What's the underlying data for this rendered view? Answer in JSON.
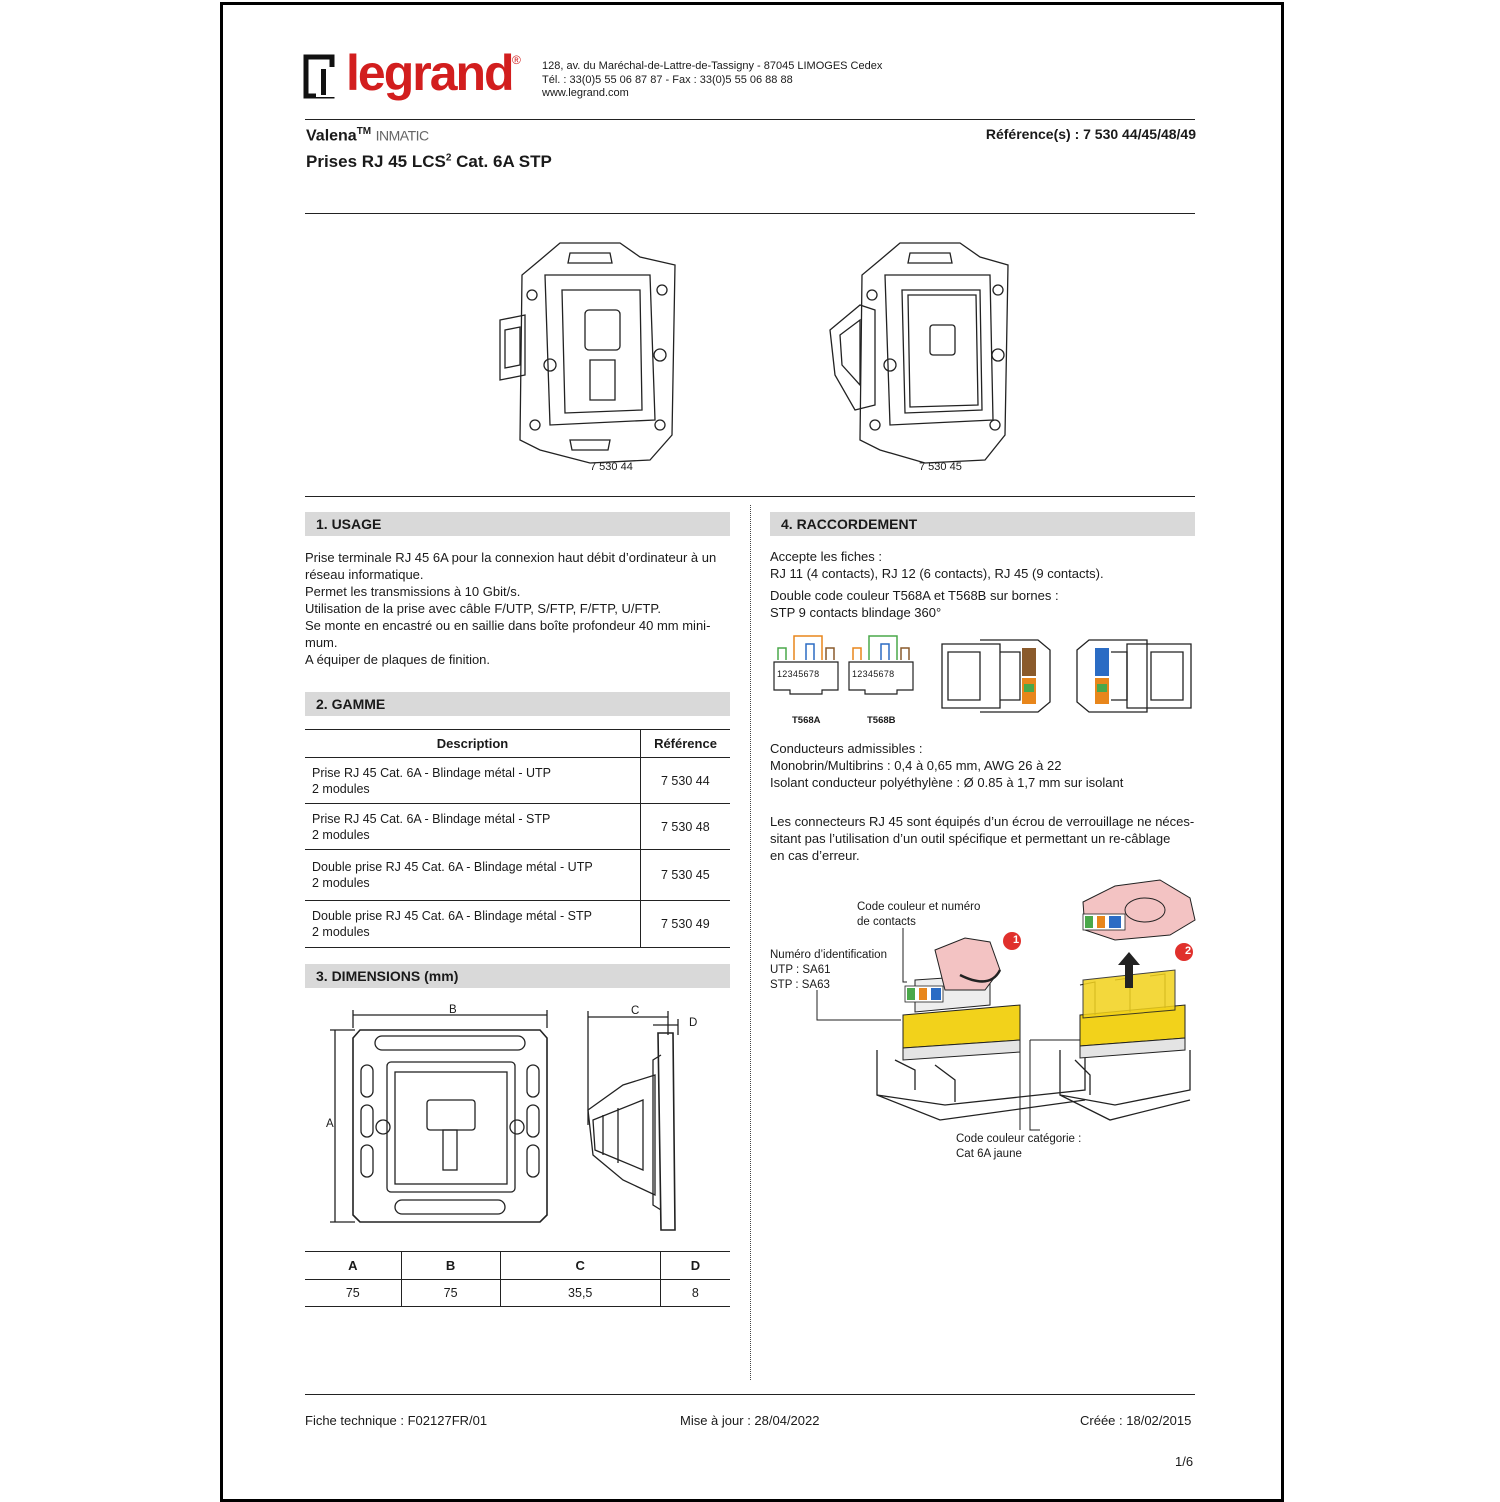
{
  "brand": {
    "name": "legrand",
    "reg": "®"
  },
  "header": {
    "address_lines": [
      "128, av. du Maréchal-de-Lattre-de-Tassigny - 87045 LIMOGES Cedex",
      "Tél. : 33(0)5 55 06 87 87 - Fax : 33(0)5 55 06 88 88",
      "www.legrand.com"
    ],
    "product_line": "Valena",
    "product_line_tm": "TM",
    "product_line_sub": "INMATIC",
    "title_pre": "Prises RJ 45 LCS",
    "title_sup": "2",
    "title_post": " Cat. 6A STP",
    "references": "Référence(s) : 7 530 44/45/48/49"
  },
  "product_images": [
    {
      "caption": "7 530 44"
    },
    {
      "caption": "7 530 45"
    }
  ],
  "usage": {
    "heading": "1. USAGE",
    "lines": [
      "Prise terminale RJ 45 6A pour la connexion haut débit d’ordinateur à un",
      "réseau informatique.",
      "Permet les transmissions à 10 Gbit/s.",
      "Utilisation de la prise avec câble F/UTP, S/FTP, F/FTP, U/FTP.",
      "Se monte en encastré ou en saillie dans boîte profondeur 40 mm mini-",
      "mum.",
      "A équiper de plaques de finition."
    ]
  },
  "gamme": {
    "heading": "2. GAMME",
    "col_description": "Description",
    "col_reference": "Référence",
    "rows": [
      {
        "desc1": "Prise RJ 45 Cat. 6A - Blindage métal - UTP",
        "desc2": "2 modules",
        "ref": "7 530 44"
      },
      {
        "desc1": "Prise RJ 45 Cat. 6A - Blindage métal - STP",
        "desc2": "2 modules",
        "ref": "7 530 48"
      },
      {
        "desc1": "Double prise RJ 45 Cat. 6A - Blindage métal - UTP",
        "desc2": "2 modules",
        "ref": "7 530 45"
      },
      {
        "desc1": "Double prise RJ 45 Cat. 6A - Blindage métal - STP",
        "desc2": "2 modules",
        "ref": "7 530 49"
      }
    ]
  },
  "dimensions": {
    "heading": "3. DIMENSIONS (mm)",
    "labels": {
      "a": "A",
      "b": "B",
      "c": "C",
      "d": "D"
    },
    "headers": [
      "A",
      "B",
      "C",
      "D"
    ],
    "values": [
      "75",
      "75",
      "35,5",
      "8"
    ]
  },
  "raccordement": {
    "heading": "4. RACCORDEMENT",
    "fiches_title": "Accepte les fiches :",
    "fiches_list": "RJ 11 (4 contacts), RJ 12 (6 contacts), RJ 45 (9 contacts).",
    "code_line1": "Double code couleur T568A et T568B sur bornes :",
    "code_line2": "STP 9 contacts blindage 360°",
    "pin_numbers": "12345678",
    "t568a": "T568A",
    "t568b": "T568B",
    "conducteurs_title": "Conducteurs admissibles :",
    "conducteurs_1": "Monobrin/Multibrins : 0,4 à 0,65 mm, AWG 26 à 22",
    "conducteurs_2": "Isolant conducteur polyéthylène : Ø 0.85 à 1,7 mm sur isolant",
    "para_lines": [
      "Les connecteurs RJ 45 sont équipés d’un écrou de verrouillage ne néces-",
      "sitant pas l’utilisation d’un outil spécifique et permettant un re-câblage",
      "en cas d’erreur."
    ],
    "callout_code_1": "Code couleur et numéro",
    "callout_code_2": "de contacts",
    "callout_id_1": "Numéro d’identification",
    "callout_id_2": "UTP : SA61",
    "callout_id_3": "STP : SA63",
    "callout_cat_1": "Code couleur catégorie :",
    "callout_cat_2": "Cat 6A jaune",
    "step1": "1",
    "step2": "2"
  },
  "footer": {
    "fiche": "Fiche technique : F02127FR/01",
    "maj": "Mise à jour : 28/04/2022",
    "creee": "Créée : 18/02/2015",
    "page": "1/6"
  },
  "colors": {
    "brand_red": "#d21e1e",
    "bar_gray": "#d9d9d9",
    "cat_yellow": "#f2d21b",
    "step_red": "#e0302c",
    "pink": "#f3c3c3"
  }
}
